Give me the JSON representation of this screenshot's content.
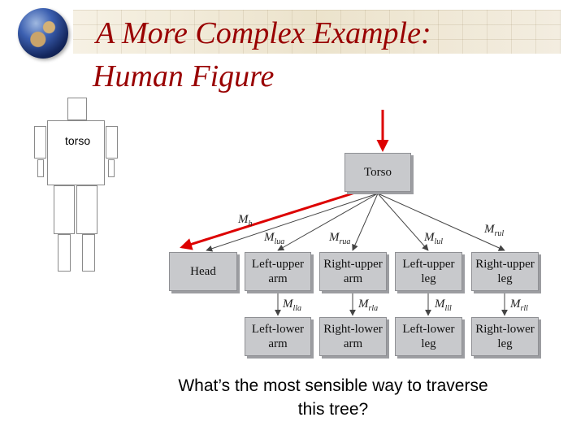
{
  "title": {
    "line1": "A More Complex Example:",
    "line2": "Human Figure"
  },
  "figure": {
    "torso_label": "torso"
  },
  "tree": {
    "root": "Torso",
    "level1": [
      "Head",
      "Left-upper\narm",
      "Right-upper\narm",
      "Left-upper\nleg",
      "Right-upper\nleg"
    ],
    "level2": [
      "Left-lower\narm",
      "Right-lower\narm",
      "Left-lower\nleg",
      "Right-lower\nleg"
    ],
    "edge_labels": {
      "mh": {
        "base": "M",
        "sub": "h"
      },
      "mlua": {
        "base": "M",
        "sub": "lua"
      },
      "mrua": {
        "base": "M",
        "sub": "rua"
      },
      "mlul": {
        "base": "M",
        "sub": "lul"
      },
      "mrul": {
        "base": "M",
        "sub": "rul"
      },
      "mlla": {
        "base": "M",
        "sub": "lla"
      },
      "mrla": {
        "base": "M",
        "sub": "rla"
      },
      "mlll": {
        "base": "M",
        "sub": "lll"
      },
      "mrll": {
        "base": "M",
        "sub": "rll"
      }
    }
  },
  "question": "What’s the most sensible way to traverse this tree?",
  "colors": {
    "title": "#990000",
    "arrow": "#dd0000",
    "node_fill": "#c8c9cc"
  }
}
